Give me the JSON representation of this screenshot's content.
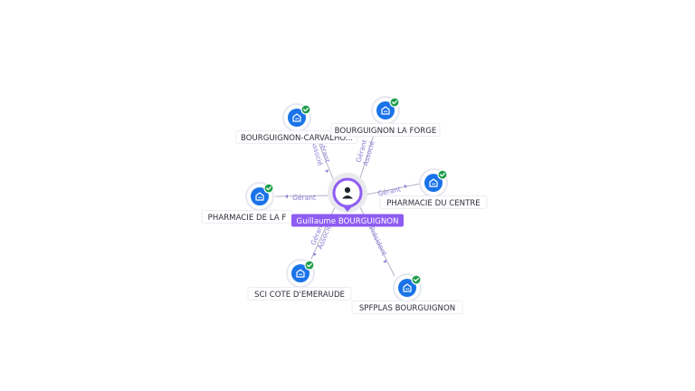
{
  "person": {
    "name": "Guillaume BOURGUIGNON",
    "icon": "user-icon",
    "color": "#8e5cf2"
  },
  "companies": [
    {
      "key": "bourguignon-carvalho",
      "name": "BOURGUIGNON-CARVALHO...",
      "icon": "building-icon",
      "verified": true
    },
    {
      "key": "bourguignon-la-forge",
      "name": "BOURGUIGNON LA FORGE",
      "icon": "building-icon",
      "verified": true
    },
    {
      "key": "pharmacie-du-centre",
      "name": "PHARMACIE DU CENTRE",
      "icon": "building-icon",
      "verified": true
    },
    {
      "key": "pharmacie-de-la-f",
      "name": "PHARMACIE DE LA F",
      "icon": "building-icon",
      "verified": true
    },
    {
      "key": "sci-cote-d-emeraude",
      "name": "SCI COTE D'EMERAUDE",
      "icon": "building-icon",
      "verified": true
    },
    {
      "key": "spfplas-bourguignon",
      "name": "SPFPLAS BOURGUIGNON",
      "icon": "building-icon",
      "verified": true
    }
  ],
  "relations": [
    {
      "company": "bourguignon-carvalho",
      "lines": [
        "Gérant",
        "Associé"
      ]
    },
    {
      "company": "bourguignon-la-forge",
      "lines": [
        "Gérant",
        "Associé"
      ]
    },
    {
      "company": "pharmacie-du-centre",
      "lines": [
        "Gérant"
      ]
    },
    {
      "company": "pharmacie-de-la-f",
      "lines": [
        "Gérant"
      ]
    },
    {
      "company": "sci-cote-d-emeraude",
      "lines": [
        "Gérant",
        "Associé"
      ]
    },
    {
      "company": "spfplas-bourguignon",
      "lines": [
        "Président"
      ]
    }
  ],
  "colors": {
    "company": "#1a73e8",
    "verified": "#1e9e4a",
    "edge_label": "#8a7fd6"
  }
}
